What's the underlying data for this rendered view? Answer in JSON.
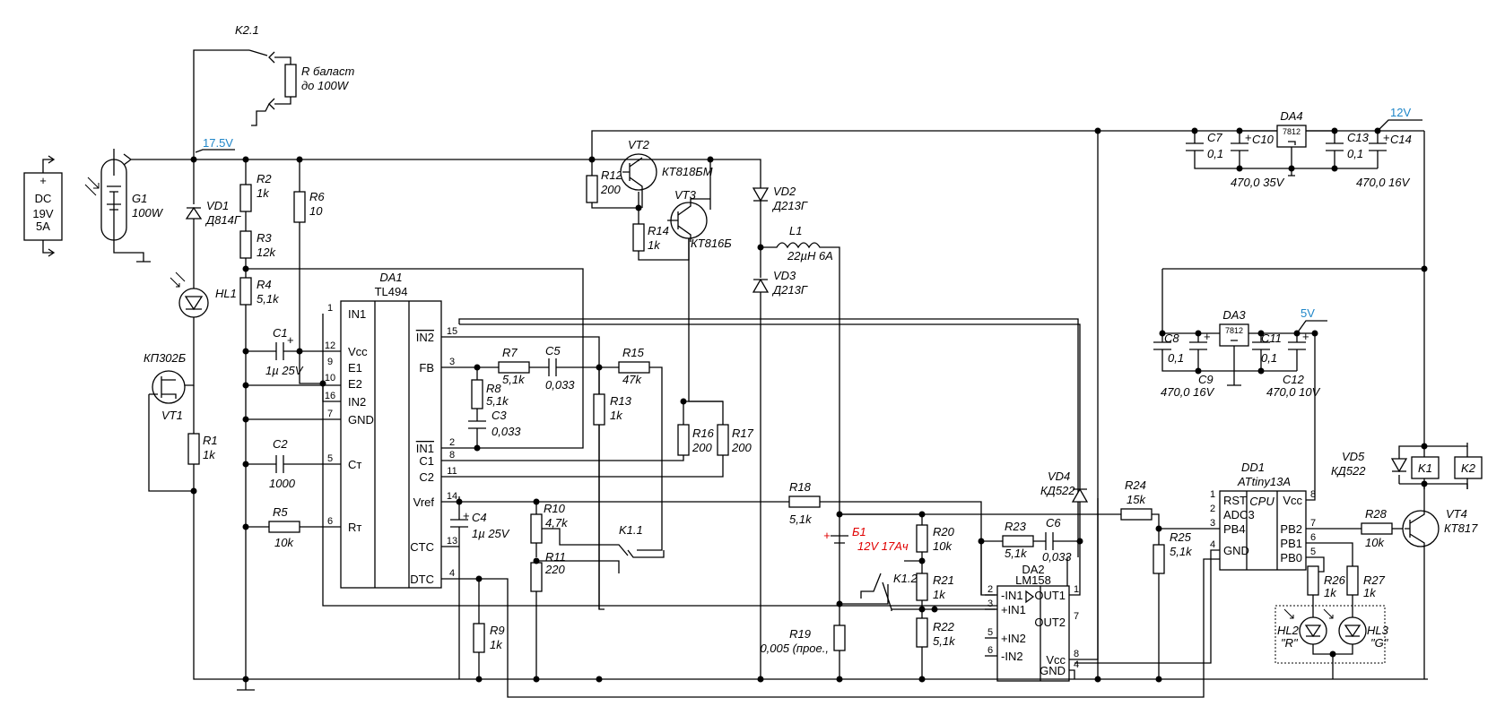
{
  "colors": {
    "wire": "#000000",
    "rail_label": "#1f86c8",
    "battery": "#e00000",
    "background": "#ffffff"
  },
  "rails": {
    "in": "17.5V",
    "out12": "12V",
    "out5": "5V"
  },
  "source": {
    "title": "DC",
    "voltage": "19V",
    "current": "5A"
  },
  "parts": {
    "G1": {
      "ref": "G1",
      "value": "100W"
    },
    "K21": {
      "ref": "K2.1"
    },
    "Rbal": {
      "ref": "R баласт",
      "value": "до 100W"
    },
    "VD1": {
      "ref": "VD1",
      "value": "Д814Г"
    },
    "HL1": {
      "ref": "HL1"
    },
    "VT1": {
      "ref": "VT1",
      "value": "КП302Б"
    },
    "R1": {
      "ref": "R1",
      "value": "1k"
    },
    "R2": {
      "ref": "R2",
      "value": "1k"
    },
    "R3": {
      "ref": "R3",
      "value": "12k"
    },
    "R4": {
      "ref": "R4",
      "value": "5,1k"
    },
    "R5": {
      "ref": "R5",
      "value": "10k"
    },
    "R6": {
      "ref": "R6",
      "value": "10"
    },
    "C1": {
      "ref": "C1",
      "value": "1µ 25V"
    },
    "C2": {
      "ref": "C2",
      "value": "1000"
    },
    "DA1": {
      "ref": "DA1",
      "value": "TL494"
    },
    "R7": {
      "ref": "R7",
      "value": "5,1k"
    },
    "R8": {
      "ref": "R8",
      "value": "5,1k"
    },
    "C5": {
      "ref": "C5",
      "value": "0,033"
    },
    "C3": {
      "ref": "C3",
      "value": "0,033"
    },
    "R15": {
      "ref": "R15",
      "value": "47k"
    },
    "R13": {
      "ref": "R13",
      "value": "1k"
    },
    "R16": {
      "ref": "R16",
      "value": "200"
    },
    "R17": {
      "ref": "R17",
      "value": "200"
    },
    "C4": {
      "ref": "C4",
      "value": "1µ 25V"
    },
    "R9": {
      "ref": "R9",
      "value": "1k"
    },
    "R10": {
      "ref": "R10",
      "value": "4,7k"
    },
    "R11": {
      "ref": "R11",
      "value": "220"
    },
    "K11": {
      "ref": "K1.1"
    },
    "R12": {
      "ref": "R12",
      "value": "200"
    },
    "VT2": {
      "ref": "VT2",
      "value": "КТ818БМ"
    },
    "VT3": {
      "ref": "VT3",
      "value": "КТ816Б"
    },
    "R14": {
      "ref": "R14",
      "value": "1k"
    },
    "VD2": {
      "ref": "VD2",
      "value": "Д213Г"
    },
    "VD3": {
      "ref": "VD3",
      "value": "Д213Г"
    },
    "L1": {
      "ref": "L1",
      "value": "22µH 6A"
    },
    "R18": {
      "ref": "R18",
      "value": "5,1k"
    },
    "B1": {
      "ref": "Б1",
      "value": "12V 17Ач"
    },
    "R19": {
      "ref": "R19",
      "value": "0,005 (прое.,"
    },
    "R20": {
      "ref": "R20",
      "value": "10k"
    },
    "R21": {
      "ref": "R21",
      "value": "1k"
    },
    "R22": {
      "ref": "R22",
      "value": "5,1k"
    },
    "K12": {
      "ref": "K1.2"
    },
    "R23": {
      "ref": "R23",
      "value": "5,1k"
    },
    "C6": {
      "ref": "C6",
      "value": "0,033"
    },
    "DA2": {
      "ref": "DA2",
      "value": "LM158"
    },
    "VD4": {
      "ref": "VD4",
      "value": "КД522"
    },
    "R24": {
      "ref": "R24",
      "value": "15k"
    },
    "R25": {
      "ref": "R25",
      "value": "5,1k"
    },
    "DD1": {
      "ref": "DD1",
      "value": "ATtiny13A"
    },
    "R26": {
      "ref": "R26",
      "value": "1k"
    },
    "R27": {
      "ref": "R27",
      "value": "1k"
    },
    "HL2": {
      "ref": "HL2",
      "value": "\"R\""
    },
    "HL3": {
      "ref": "HL3",
      "value": "\"G\""
    },
    "R28": {
      "ref": "R28",
      "value": "10k"
    },
    "VT4": {
      "ref": "VT4",
      "value": "КТ817"
    },
    "VD5": {
      "ref": "VD5",
      "value": "КД522"
    },
    "K1": {
      "ref": "K1"
    },
    "K2": {
      "ref": "K2"
    },
    "C7": {
      "ref": "C7",
      "value": "0,1"
    },
    "C10": {
      "ref": "C10"
    },
    "DA4": {
      "ref": "DA4",
      "value": "7812"
    },
    "C13": {
      "ref": "C13",
      "value": "0,1"
    },
    "C14": {
      "ref": "C14"
    },
    "C8": {
      "ref": "C8",
      "value": "0,1"
    },
    "C9": {
      "ref": "C9",
      "value": "470,0 16V"
    },
    "DA3": {
      "ref": "DA3",
      "value": "7812"
    },
    "C11": {
      "ref": "C11",
      "value": "0,1"
    },
    "C12": {
      "ref": "C12",
      "value": "470,0 10V"
    },
    "cap470_35": "470,0 35V",
    "cap470_16": "470,0 16V"
  },
  "tl494": {
    "left_pins": [
      {
        "num": "1",
        "name": "IN1"
      },
      {
        "num": "12",
        "name": "Vcc"
      },
      {
        "num": "9",
        "name": "E1"
      },
      {
        "num": "10",
        "name": "E2"
      },
      {
        "num": "16",
        "name": "IN2"
      },
      {
        "num": "7",
        "name": "GND"
      },
      {
        "num": "5",
        "name": "Cт"
      },
      {
        "num": "6",
        "name": "Rт"
      }
    ],
    "right_pins": [
      {
        "num": "15",
        "name": "IN2"
      },
      {
        "num": "3",
        "name": "FB"
      },
      {
        "num": "2",
        "name": "IN1"
      },
      {
        "num": "8",
        "name": "C1"
      },
      {
        "num": "11",
        "name": "C2"
      },
      {
        "num": "14",
        "name": "Vref"
      },
      {
        "num": "13",
        "name": "CTC"
      },
      {
        "num": "4",
        "name": "DTC"
      }
    ]
  },
  "lm158": {
    "left_pins": [
      {
        "num": "2",
        "name": "-IN1"
      },
      {
        "num": "3",
        "name": "+IN1"
      },
      {
        "num": "5",
        "name": "+IN2"
      },
      {
        "num": "6",
        "name": "-IN2"
      }
    ],
    "right_pins": [
      {
        "num": "1",
        "name": "OUT1"
      },
      {
        "num": "7",
        "name": "OUT2"
      },
      {
        "num": "8",
        "name": "Vcc"
      },
      {
        "num": "4",
        "name": "GND"
      }
    ]
  },
  "attiny": {
    "core": "CPU",
    "vcc": "Vcc",
    "left_pins": [
      {
        "num": "1",
        "name": "RST"
      },
      {
        "num": "2",
        "name": "ADC3"
      },
      {
        "num": "3",
        "name": "PB4"
      },
      {
        "num": "4",
        "name": "GND"
      }
    ],
    "right_pins": [
      {
        "num": "8",
        "name": "Vcc"
      },
      {
        "num": "7",
        "name": "PB2"
      },
      {
        "num": "6",
        "name": "PB1"
      },
      {
        "num": "5",
        "name": "PB0"
      }
    ]
  },
  "reg_pin_mark": "7812"
}
